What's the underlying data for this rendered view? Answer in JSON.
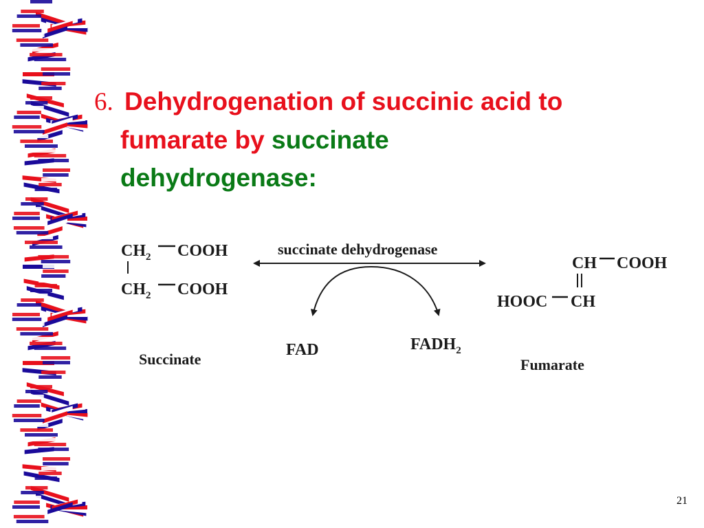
{
  "title": {
    "number": "6.",
    "text_red": "Dehydrogenation of succinic acid to",
    "text_red_line2": "fumarate by",
    "text_green_1": "succinate",
    "text_green_2": "dehydrogenase:"
  },
  "reaction": {
    "enzyme": "succinate dehydrogenase",
    "succinate": {
      "line1_ch": "CH",
      "line1_sub": "2",
      "line1_group": "COOH",
      "line2_ch": "CH",
      "line2_sub": "2",
      "line2_group": "COOH",
      "label": "Succinate"
    },
    "fumarate": {
      "line1_ch": "CH",
      "line1_group": "COOH",
      "line2_group_left": "HOOC",
      "line2_ch": "CH",
      "label": "Fumarate"
    },
    "cofactor_in": "FAD",
    "cofactor_out_base": "FADH",
    "cofactor_out_sub": "2"
  },
  "colors": {
    "title_red": "#e8101c",
    "title_green": "#0a7a16",
    "helix_red": "#e8101c",
    "helix_blue": "#1a0a9a"
  },
  "page_number": "21"
}
